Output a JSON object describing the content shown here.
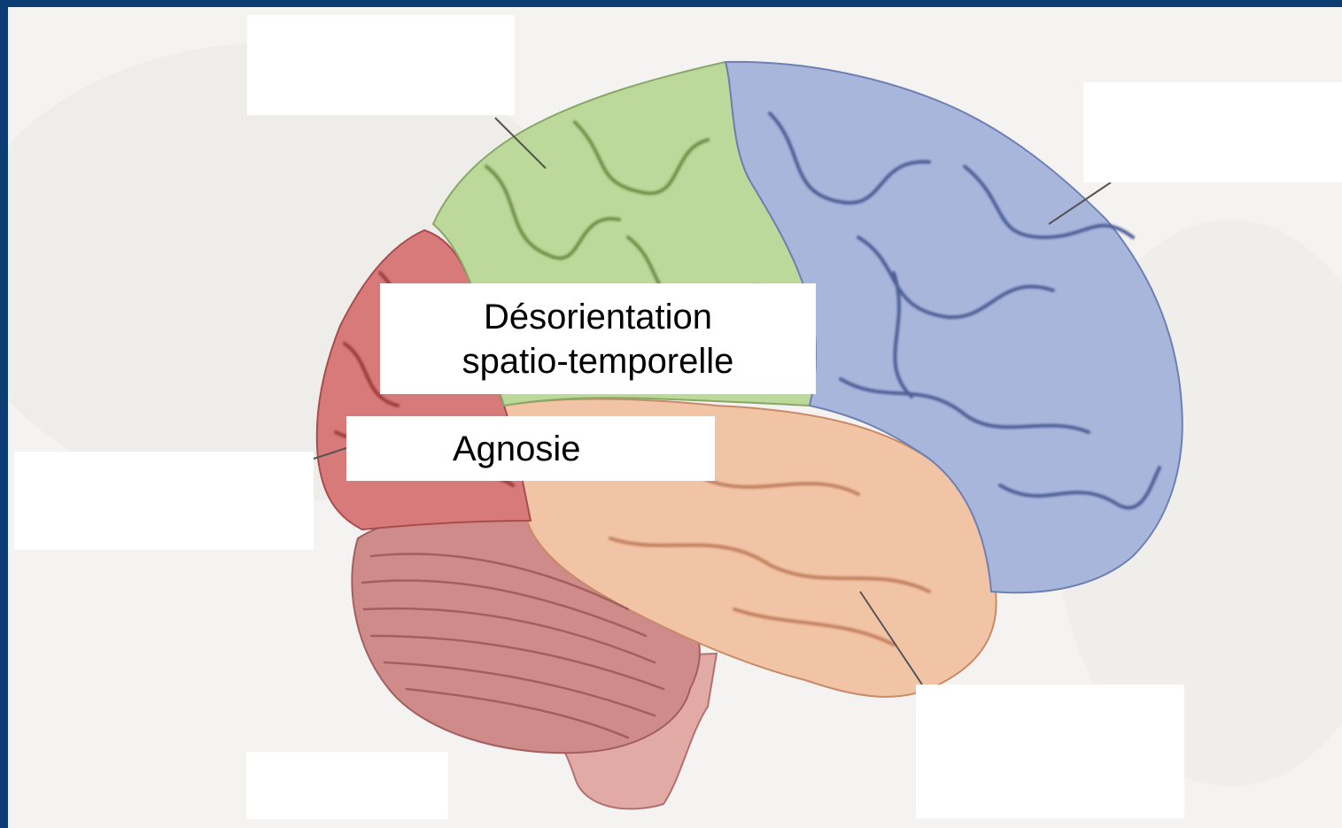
{
  "diagram": {
    "frame_color": "#0b3d74",
    "background_color": "#f4f3f1",
    "regions": [
      {
        "name": "parietal-lobe",
        "color": "#bcd89a"
      },
      {
        "name": "frontal-lobe",
        "color": "#a9b6dc"
      },
      {
        "name": "occipital-lobe",
        "color": "#d97a7a"
      },
      {
        "name": "temporal-lobe",
        "color": "#f2c4a6"
      },
      {
        "name": "cerebellum",
        "color": "#cf8a8a"
      },
      {
        "name": "brainstem",
        "color": "#e2aaa4"
      }
    ],
    "labels": {
      "top_left": "",
      "top_right": "",
      "middle": "Désorientation\nspatio-temporelle",
      "agnosie": "Agnosie",
      "left": "",
      "bottom_right": "",
      "bottom_left": ""
    }
  }
}
